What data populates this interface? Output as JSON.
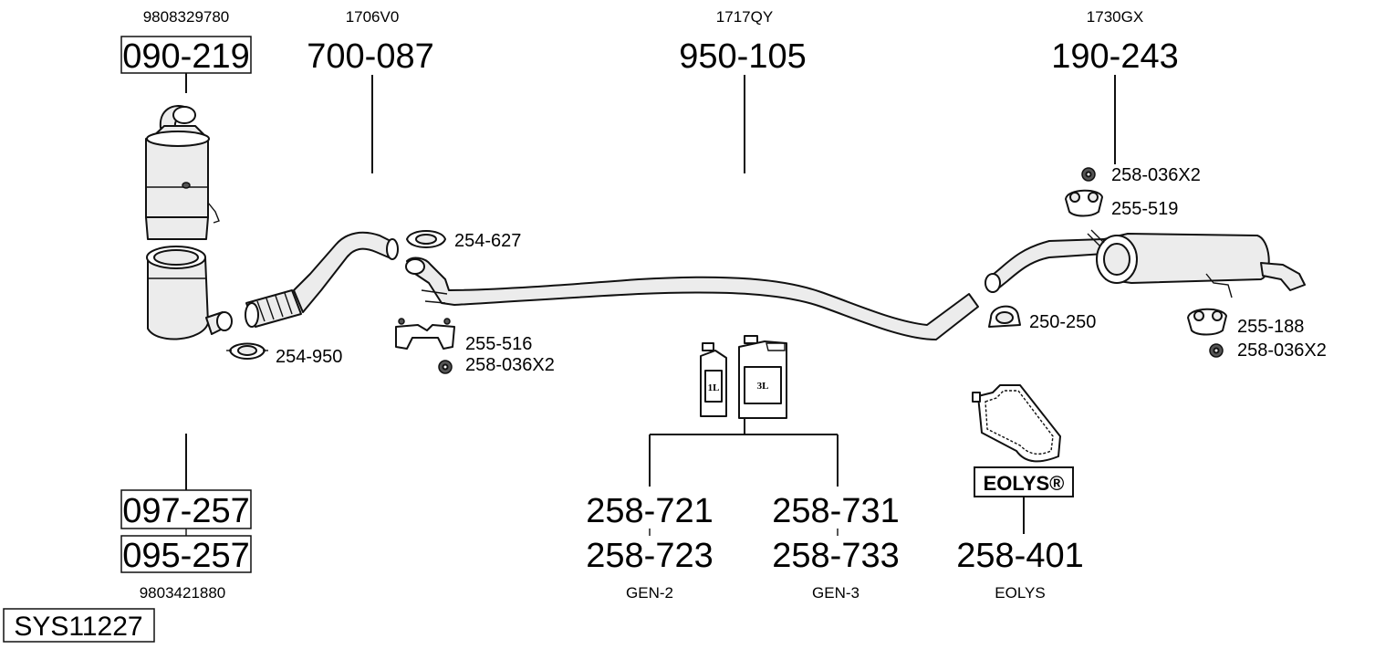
{
  "system_id": "SYS11227",
  "columns": {
    "cat": {
      "oem_top": "9808329780",
      "part_top": "090-219",
      "part_mid": "097-257",
      "part_bot": "095-257",
      "oem_bot": "9803421880"
    },
    "front": {
      "oem": "1706V0",
      "part": "700-087"
    },
    "middle": {
      "oem": "1717QY",
      "part": "950-105"
    },
    "rear": {
      "oem": "1730GX",
      "part": "190-243"
    }
  },
  "small_parts": {
    "clamp_254_950": "254-950",
    "clamp_254_627": "254-627",
    "hanger_255_516": "255-516",
    "nut_front": "258-036X2",
    "nut_rear_top": "258-036X2",
    "hanger_255_519": "255-519",
    "clamp_250_250": "250-250",
    "hanger_255_188": "255-188",
    "nut_rear_bot": "258-036X2"
  },
  "additives": {
    "bottle_1l_label": "1L",
    "can_3l_label": "3L",
    "gen2": {
      "top": "258-721",
      "bottom": "258-723",
      "name": "GEN-2"
    },
    "gen3": {
      "top": "258-731",
      "bottom": "258-733",
      "name": "GEN-3"
    },
    "eolys": {
      "logo": "EOLYS®",
      "part": "258-401",
      "name": "EOLYS"
    }
  }
}
